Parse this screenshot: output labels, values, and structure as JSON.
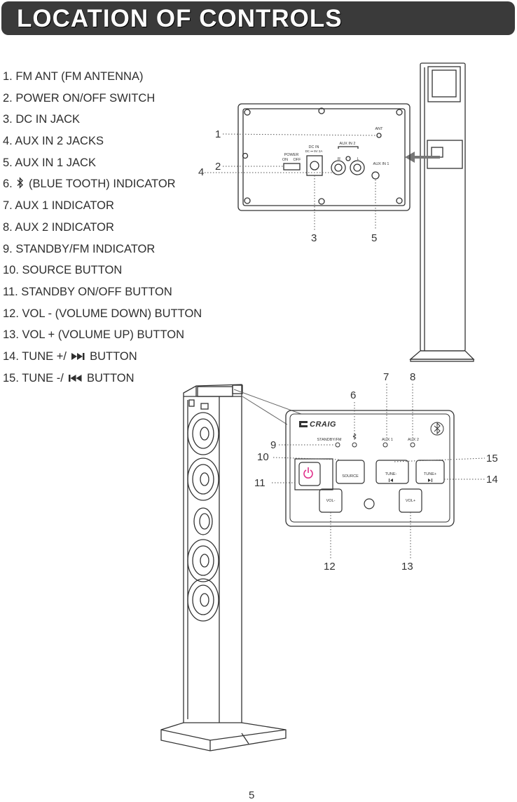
{
  "header": {
    "title": "LOCATION OF CONTROLS"
  },
  "controls": [
    "1. FM ANT (FM ANTENNA)",
    "2. POWER ON/OFF SWITCH",
    "3. DC IN JACK",
    "4. AUX IN 2 JACKS",
    "5. AUX IN 1 JACK",
    {
      "prefix": "6.",
      "icon": "bluetooth-icon",
      "text": "(BLUE TOOTH) INDICATOR"
    },
    "7. AUX 1 INDICATOR",
    "8. AUX 2 INDICATOR",
    "9. STANDBY/FM INDICATOR",
    "10. SOURCE BUTTON",
    "11. STANDBY ON/OFF BUTTON",
    "12. VOL - (VOLUME DOWN) BUTTON",
    "13. VOL + (VOLUME UP) BUTTON",
    {
      "prefix": "14. TUNE +/",
      "icon": "skip-next-icon",
      "text": "BUTTON"
    },
    {
      "prefix": "15. TUNE -/",
      "icon": "skip-previous-icon",
      "text": "BUTTON"
    }
  ],
  "rear_panel": {
    "labels": {
      "ant": "ANT",
      "aux_in_2": "AUX IN 2",
      "aux_in_1": "AUX IN 1",
      "dc_in": "DC IN",
      "dc_spec": "DC ⎓ 9V 2A",
      "power": "POWER",
      "on": "ON",
      "off": "OFF",
      "r": "R",
      "l": "L"
    },
    "callouts": [
      "1",
      "2",
      "4",
      "3",
      "5"
    ]
  },
  "front_panel": {
    "brand": "CRAIG",
    "labels": {
      "standby_fm": "STANDBY/FM",
      "aux1": "AUX 1",
      "aux2": "AUX 2",
      "source": "SOURCE",
      "tune_minus": "TUNE-",
      "tune_plus": "TUNE+",
      "vol_minus": "VOL-",
      "vol_plus": "VOL+"
    },
    "callouts": [
      "6",
      "7",
      "8",
      "9",
      "10",
      "11",
      "12",
      "13",
      "14",
      "15"
    ]
  },
  "page_number": "5"
}
